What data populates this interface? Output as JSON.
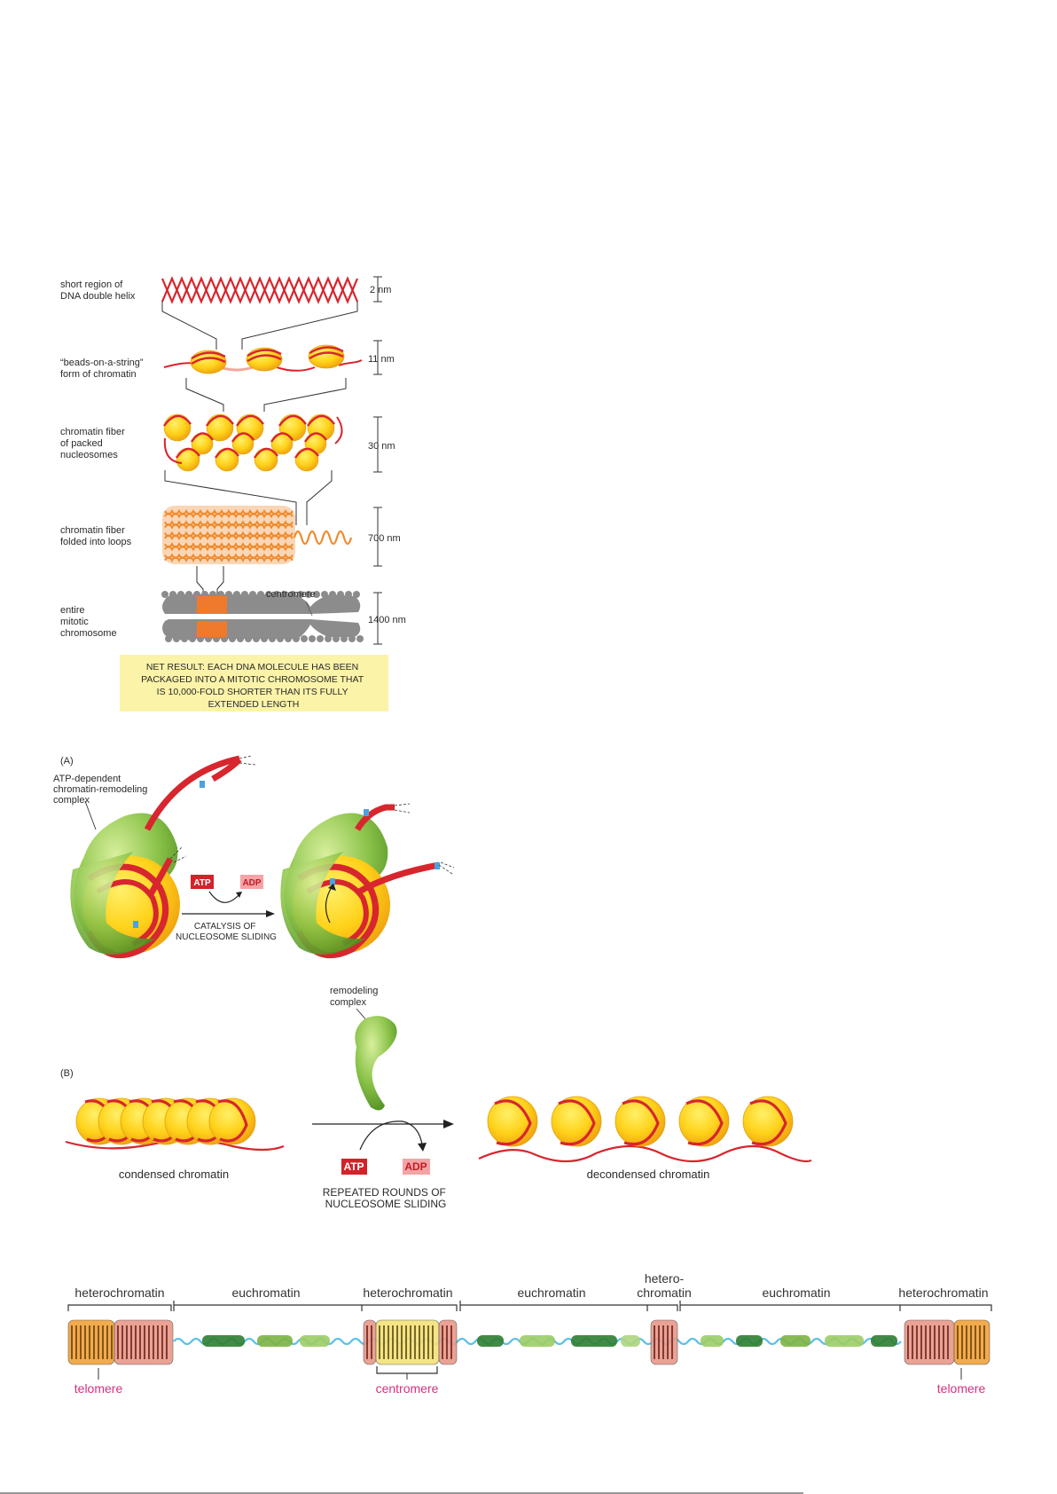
{
  "packing": {
    "levels": [
      {
        "label": [
          "short region of",
          "DNA double helix"
        ],
        "size": "2 nm"
      },
      {
        "label": [
          "“beads-on-a-string”",
          "form of chromatin"
        ],
        "size": "11 nm"
      },
      {
        "label": [
          "chromatin fiber",
          "of packed",
          "nucleosomes"
        ],
        "size": "30 nm"
      },
      {
        "label": [
          "chromatin fiber",
          "folded into loops"
        ],
        "size": "700 nm"
      },
      {
        "label": [
          "entire",
          "mitotic",
          "chromosome"
        ],
        "size": "1400 nm"
      }
    ],
    "centromere_label": "centromere",
    "net_result": [
      "NET RESULT: EACH DNA MOLECULE HAS BEEN",
      "PACKAGED INTO A MITOTIC CHROMOSOME THAT",
      "IS 10,000-FOLD SHORTER THAN ITS FULLY",
      "EXTENDED LENGTH"
    ]
  },
  "remodeling_a": {
    "panel_label": "(A)",
    "complex_label": [
      "ATP-dependent",
      "chromatin-remodeling",
      "complex"
    ],
    "atp": "ATP",
    "adp": "ADP",
    "catalysis": [
      "CATALYSIS OF",
      "NUCLEOSOME SLIDING"
    ]
  },
  "remodeling_b": {
    "panel_label": "(B)",
    "complex_label": [
      "remodeling",
      "complex"
    ],
    "left_caption": "condensed chromatin",
    "right_caption": "decondensed chromatin",
    "atp": "ATP",
    "adp": "ADP",
    "rounds": [
      "REPEATED ROUNDS OF",
      "NUCLEOSOME SLIDING"
    ]
  },
  "chromosome_map": {
    "regions": [
      "heterochromatin",
      "euchromatin",
      "heterochromatin",
      "euchromatin",
      "hetero-",
      "chromatin",
      "euchromatin",
      "heterochromatin"
    ],
    "telomere": "telomere",
    "centromere": "centromere"
  },
  "colors": {
    "dna_red": "#d7262e",
    "bead_yellow": "#ffd21a",
    "fiber_orange": "#ef8a2c",
    "chromosome_gray": "#8c8c8c",
    "note_fill": "#fbf3a7",
    "remodeler_green": "#8bc34a",
    "atp_red": "#d2232a",
    "adp_pink": "#f4a3a6",
    "label_pink": "#d6307c"
  }
}
